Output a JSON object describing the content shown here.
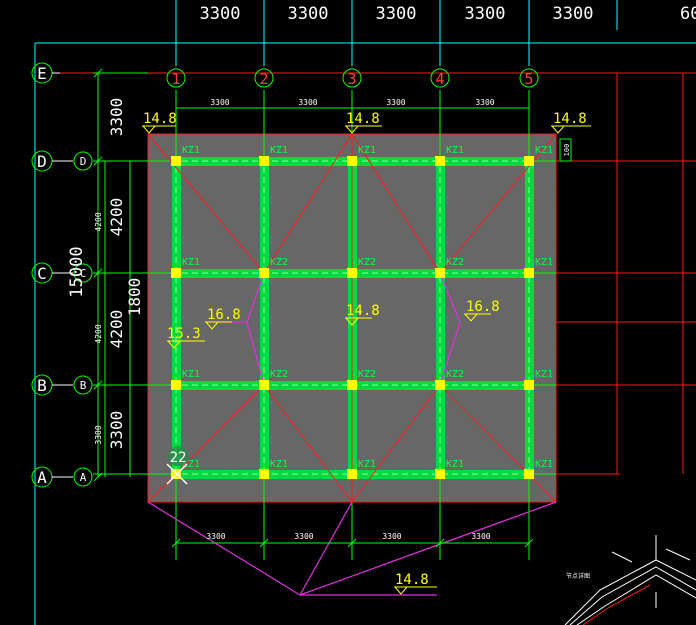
{
  "top_dims": [
    "3300",
    "3300",
    "3300",
    "3300",
    "3300",
    "60"
  ],
  "axis_rows": [
    "E",
    "D",
    "C",
    "B",
    "A"
  ],
  "axis_cols": [
    "1",
    "2",
    "3",
    "4",
    "5"
  ],
  "axis_rows_small": [
    "D",
    "C",
    "B",
    "A"
  ],
  "inner_top_dims": [
    "3300",
    "3300",
    "3300",
    "3300"
  ],
  "inner_bottom_dims": [
    "3300",
    "3300",
    "3300",
    "3300"
  ],
  "left_dims_big": [
    "3300",
    "4200",
    "1800",
    "4200",
    "3300"
  ],
  "left_dims_small": [
    "4200",
    "4200",
    "3300"
  ],
  "total_dim": "15000",
  "small_side_dim": "100",
  "elevations": {
    "tl": "14.8",
    "tc": "14.8",
    "tr": "14.8",
    "ml": "16.8",
    "mc": "14.8",
    "mr": "16.8",
    "l": "15.3",
    "bottom": "14.8"
  },
  "column_labels": {
    "kz1": "KZ1",
    "kz2": "KZ2"
  },
  "marker_number": "22",
  "detail_label": "节点详图",
  "colors": {
    "slab": "#676767",
    "beam": "#00dc40",
    "column": "#ffff00",
    "grid": "#00ffff",
    "dim": "#00ff00",
    "red": "#ff1a1a",
    "magenta": "#e030e0",
    "text": "#ffffff"
  }
}
